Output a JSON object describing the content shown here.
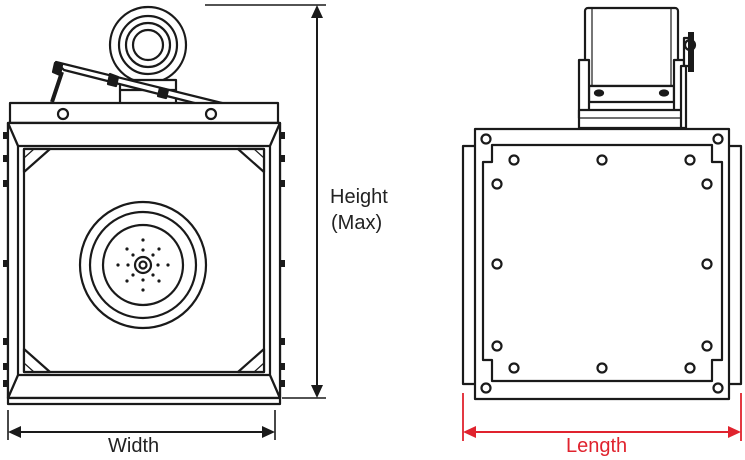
{
  "labels": {
    "height": "Height",
    "height_qualifier": "(Max)",
    "width": "Width",
    "length": "Length"
  },
  "colors": {
    "line": "#1a1a1a",
    "accent": "#e0232e",
    "text": "#222222"
  },
  "icons": [
    "blower-motor-icon",
    "fan-wheel-icon",
    "bolt-hole-icon",
    "dimension-arrow-icon"
  ]
}
